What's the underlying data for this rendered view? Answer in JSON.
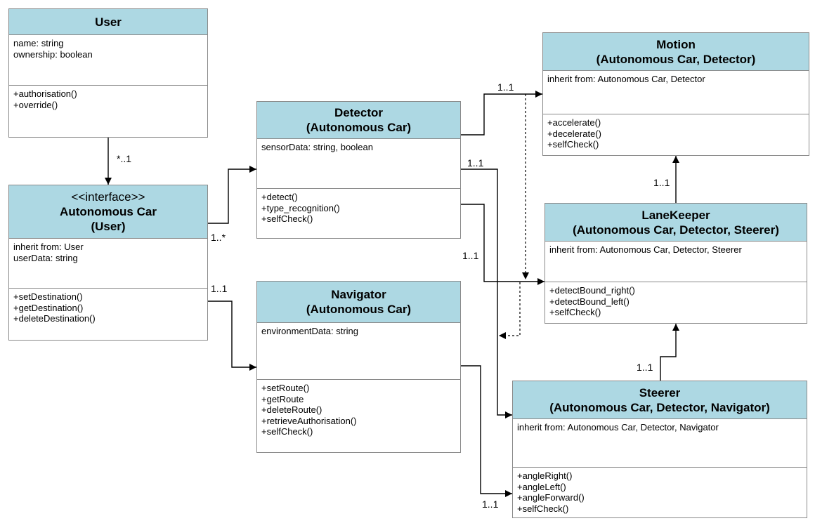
{
  "classes": {
    "user": {
      "lines": [
        "User"
      ],
      "attributes": [
        "name: string",
        "ownership: boolean"
      ],
      "operations": [
        "+authorisation()",
        "+override()"
      ]
    },
    "autonomous_car": {
      "stereotype": "<<interface>>",
      "lines": [
        "Autonomous Car",
        "(User)"
      ],
      "attributes": [
        "inherit from: User",
        "userData: string"
      ],
      "operations": [
        "+setDestination()",
        "+getDestination()",
        "+deleteDestination()"
      ]
    },
    "detector": {
      "lines": [
        "Detector",
        "(Autonomous Car)"
      ],
      "attributes": [
        "sensorData: string, boolean"
      ],
      "operations": [
        "+detect()",
        "+type_recognition()",
        "+selfCheck()"
      ]
    },
    "navigator": {
      "lines": [
        "Navigator",
        "(Autonomous Car)"
      ],
      "attributes": [
        "environmentData: string"
      ],
      "operations": [
        "+setRoute()",
        "+getRoute",
        "+deleteRoute()",
        "+retrieveAuthorisation()",
        "+selfCheck()"
      ]
    },
    "motion": {
      "lines": [
        "Motion",
        "(Autonomous Car, Detector)"
      ],
      "attributes": [
        "inherit from: Autonomous Car, Detector"
      ],
      "operations": [
        "+accelerate()",
        "+decelerate()",
        "+selfCheck()"
      ]
    },
    "lanekeeper": {
      "lines": [
        "LaneKeeper",
        "(Autonomous Car, Detector, Steerer)"
      ],
      "attributes": [
        "inherit from: Autonomous Car, Detector, Steerer"
      ],
      "operations": [
        "+detectBound_right()",
        "+detectBound_left()",
        "+selfCheck()"
      ]
    },
    "steerer": {
      "lines": [
        "Steerer",
        "(Autonomous Car, Detector, Navigator)"
      ],
      "attributes": [
        "inherit from: Autonomous Car, Detector, Navigator"
      ],
      "operations": [
        "+angleRight()",
        "+angleLeft()",
        "+angleForward()",
        "+selfCheck()"
      ]
    }
  },
  "multiplicities": {
    "user_car": "*..1",
    "car_detector": "1..*",
    "car_navigator": "1..1",
    "detector_motion": "1..1",
    "detector_steerer": "1..1",
    "detector_lanekeeper": "1..1",
    "lanekeeper_motion": "1..1",
    "steerer_lanekeeper": "1..1",
    "navigator_steerer": "1..1"
  }
}
